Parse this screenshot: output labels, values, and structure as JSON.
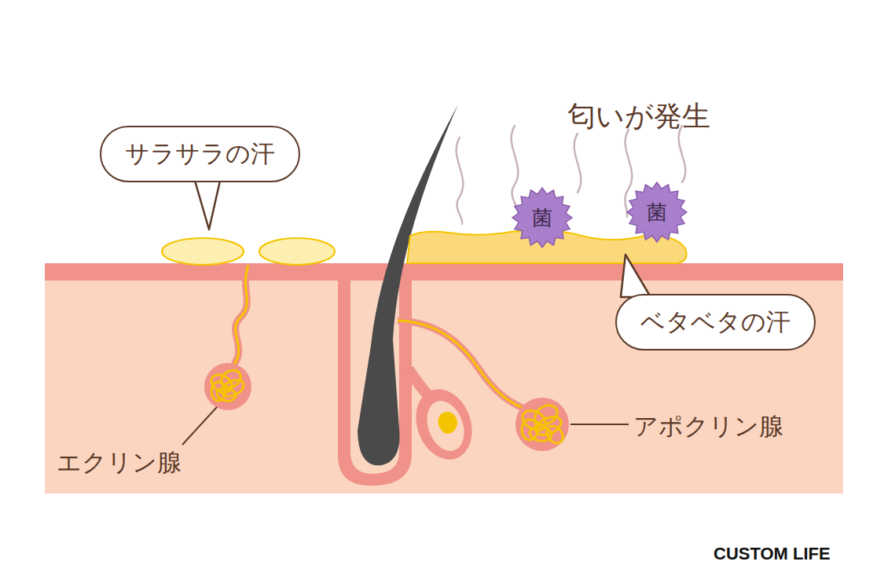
{
  "diagram": {
    "nodes": [
      {
        "text": [
          "サラサラの汗"
        ]
      },
      {
        "text": [
          "菌"
        ]
      },
      {
        "text": [
          "菌"
        ]
      },
      {
        "text": [
          "ベタベタの汗"
        ]
      }
    ],
    "labels": [
      "匂いが発生",
      "エクリン腺",
      "アポクリン腺",
      "CUSTOM LIFE"
    ]
  }
}
